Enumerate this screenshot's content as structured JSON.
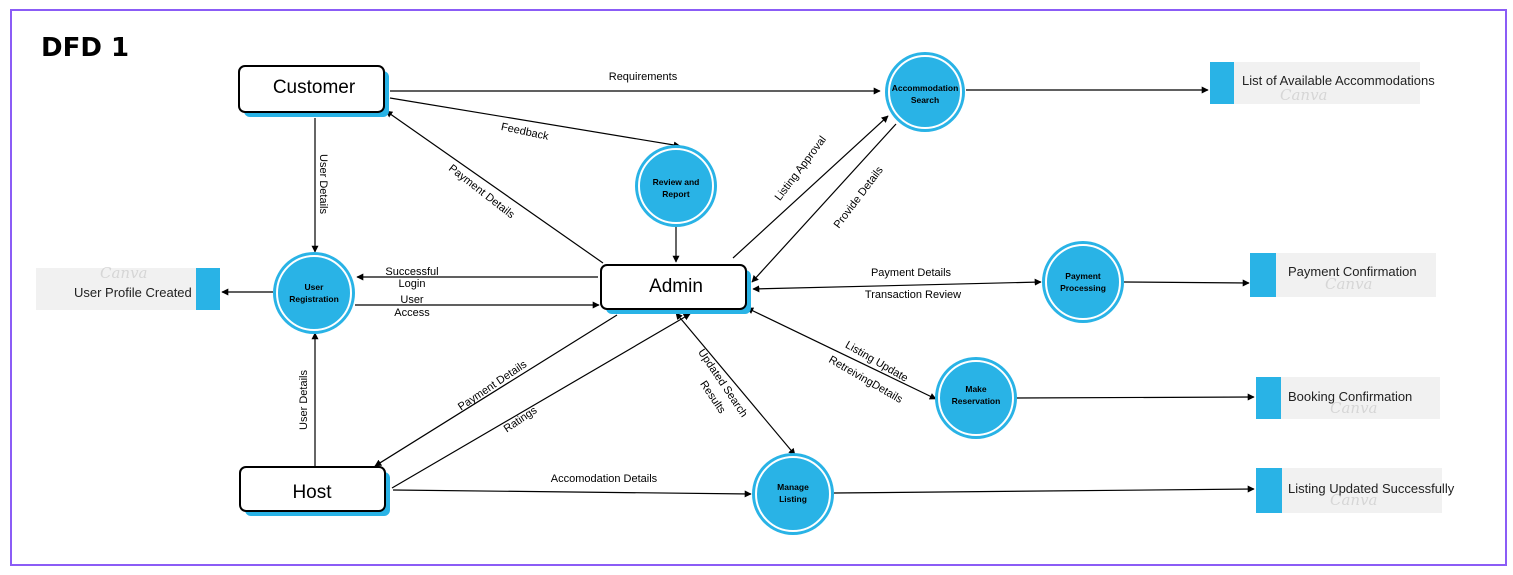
{
  "title": "DFD 1",
  "colors": {
    "process_fill": "#29b3e6",
    "accent": "#29b3e6",
    "frame": "#8b5cf6",
    "store_bg": "#f0f0f0"
  },
  "entities": {
    "customer": "Customer",
    "admin": "Admin",
    "host": "Host"
  },
  "processes": {
    "accommodation_search": [
      "Accommodation",
      "Search"
    ],
    "review_report": [
      "Review and",
      "Report"
    ],
    "user_registration": [
      "User",
      "Registration"
    ],
    "payment_processing": [
      "Payment",
      "Processing"
    ],
    "make_reservation": [
      "Make",
      "Reservation"
    ],
    "manage_listing": [
      "Manage",
      "Listing"
    ]
  },
  "stores": {
    "available_accommodations": "List of Available Accommodations",
    "user_profile": "User Profile Created",
    "payment_confirmation": "Payment Confirmation",
    "booking_confirmation": "Booking Confirmation",
    "listing_updated": "Listing Updated Successfully"
  },
  "watermark": "Canva",
  "flows": {
    "requirements": "Requirements",
    "feedback": "Feedback",
    "payment_details_customer": "Payment Details",
    "user_details_customer": "User Details",
    "user_details_host": "User Details",
    "successful_login": [
      "Successful",
      "Login"
    ],
    "user_access": [
      "User",
      "Access"
    ],
    "listing_approval": "Listing Approval",
    "provide_details": "Provide Details",
    "payment_details_admin": "Payment Details",
    "transaction_review": "Transaction Review",
    "listing_update": "Listing Update",
    "retreiving_details": "RetreivingDetails",
    "payment_details_host": "Payment Details",
    "ratings": "Ratings",
    "updated_search_results": [
      "Updated Search",
      "Results"
    ],
    "accomodation_details": "Accomodation Details"
  }
}
